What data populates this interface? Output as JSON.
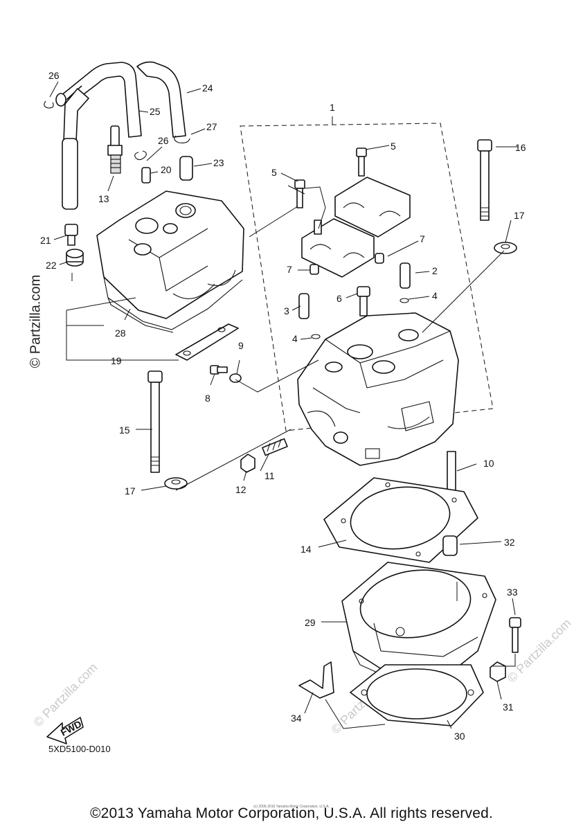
{
  "diagram": {
    "code": "5XD5100-D010",
    "fwd_label": "FWD",
    "copyright": "©2013 Yamaha Motor Corporation, U.S.A. All rights reserved.",
    "small_copyright": "(c) 2005-2016 Yamaha Motor Corporation, U.S.A.",
    "watermark": "© Partzilla.com",
    "watermark_faded": "© Partzilla.com",
    "callouts": {
      "c1": "1",
      "c2": "2",
      "c3": "3",
      "c4a": "4",
      "c4b": "4",
      "c5a": "5",
      "c5b": "5",
      "c6": "6",
      "c7a": "7",
      "c7b": "7",
      "c8": "8",
      "c9": "9",
      "c10": "10",
      "c11": "11",
      "c12": "12",
      "c13": "13",
      "c14": "14",
      "c15": "15",
      "c16": "16",
      "c17a": "17",
      "c17b": "17",
      "c19": "19",
      "c20": "20",
      "c21": "21",
      "c22": "22",
      "c23": "23",
      "c24": "24",
      "c25": "25",
      "c26a": "26",
      "c26b": "26",
      "c27": "27",
      "c28": "28",
      "c29": "29",
      "c30": "30",
      "c31": "31",
      "c32": "32",
      "c33": "33",
      "c34": "34"
    }
  }
}
